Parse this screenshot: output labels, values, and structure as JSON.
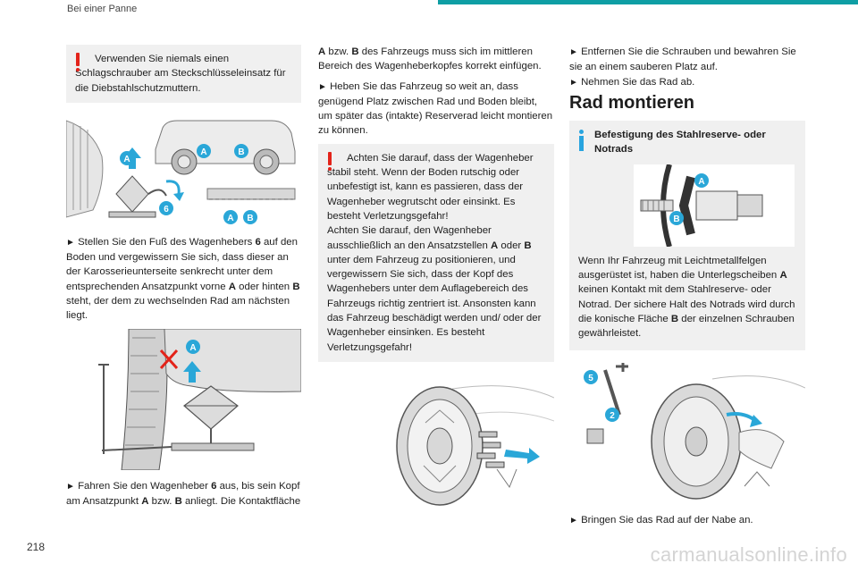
{
  "header": {
    "section_title": "Bei einer Panne"
  },
  "footer": {
    "page_number": "218",
    "watermark": "carmanualsonline.info"
  },
  "colors": {
    "accent": "#0f9ea4",
    "warning": "#e3231a",
    "info": "#28a4df",
    "label_badge": "#2aa7d8"
  },
  "column1": {
    "warning_text": "Verwenden Sie niemals einen Schlagschrauber am Steckschlüsseleinsatz für die Diebstahlschutzmuttern.",
    "figure1_labels": {
      "a1": "A",
      "a2": "A",
      "b1": "B",
      "a3": "A",
      "b2": "B",
      "six": "6"
    },
    "step1": {
      "bullet": "►",
      "t1": " Stellen Sie den Fuß des Wagenhebers ",
      "b1": "6",
      "t2": " auf den Boden und vergewissern Sie sich, dass dieser an der Karosserieunterseite senkrecht unter dem entsprechenden Ansatzpunkt vorne ",
      "b2": "A",
      "t3": " oder hinten ",
      "b3": "B",
      "t4": " steht, der dem zu wechselnden Rad am nächsten liegt."
    },
    "figure2_labels": {
      "a": "A"
    },
    "step2": {
      "bullet": "►",
      "t1": " Fahren Sie den Wagenheber ",
      "b1": "6",
      "t2": " aus, bis sein Kopf am Ansatzpunkt ",
      "b2": "A",
      "t3": " bzw. ",
      "b3": "B",
      "t4": " anliegt. Die Kontaktfläche"
    }
  },
  "column2": {
    "cont": {
      "b1": "A",
      "t1": " bzw. ",
      "b2": "B",
      "t2": " des Fahrzeugs muss sich im mittleren Bereich des Wagenheberkopfes korrekt einfügen."
    },
    "step3": {
      "bullet": "►",
      "text": " Heben Sie das Fahrzeug so weit an, dass genügend Platz zwischen Rad und Boden bleibt, um später das (intakte) Reserverad leicht montieren zu können."
    },
    "warning": {
      "p1": "Achten Sie darauf, dass der Wagenheber stabil steht. Wenn der Boden rutschig oder unbefestigt ist, kann es passieren, dass der Wagenheber wegrutscht oder einsinkt. Es besteht Verletzungsgefahr!",
      "p2_t1": "Achten Sie darauf, den Wagenheber ausschließlich an den Ansatzstellen ",
      "p2_b1": "A",
      "p2_t2": " oder ",
      "p2_b2": "B",
      "p2_t3": " unter dem Fahrzeug zu positionieren, und vergewissern Sie sich, dass der Kopf des Wagenhebers unter dem Auflagebereich des Fahrzeugs richtig zentriert ist. Ansonsten kann das Fahrzeug beschädigt werden und/ oder der Wagenheber einsinken. Es besteht Verletzungsgefahr!"
    }
  },
  "column3": {
    "step4": {
      "bullet": "►",
      "text": " Entfernen Sie die Schrauben und bewahren Sie sie an einem sauberen Platz auf."
    },
    "step5": {
      "bullet": "►",
      "text": " Nehmen Sie das Rad ab."
    },
    "heading": "Rad montieren",
    "info": {
      "title": "Befestigung des Stahlreserve- oder Notrads",
      "figure_labels": {
        "a": "A",
        "b": "B"
      },
      "t1": "Wenn Ihr Fahrzeug mit Leichtmetallfelgen ausgerüstet ist, haben die Unterlegscheiben ",
      "b1": "A",
      "t2": " keinen Kontakt mit dem Stahlreserve- oder Notrad. Der sichere Halt des Notrads wird durch die konische Fläche ",
      "b2": "B",
      "t3": " der einzelnen Schrauben gewährleistet."
    },
    "figure_labels": {
      "five": "5",
      "two": "2"
    },
    "step6": {
      "bullet": "►",
      "text": " Bringen Sie das Rad auf der Nabe an."
    }
  }
}
